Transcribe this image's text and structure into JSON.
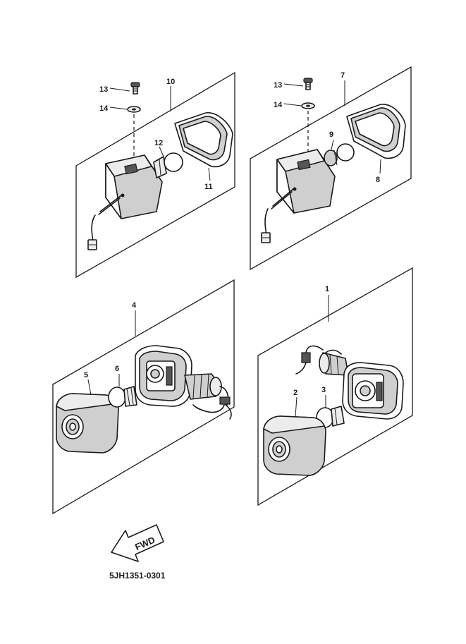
{
  "diagram": {
    "fwd_label": "FWD",
    "code": "5JH1351-0301",
    "groups": [
      {
        "id": "top-left",
        "callouts": [
          "10",
          "13",
          "14",
          "12",
          "11"
        ]
      },
      {
        "id": "top-right",
        "callouts": [
          "7",
          "13",
          "14",
          "9",
          "8"
        ]
      },
      {
        "id": "bottom-left",
        "callouts": [
          "4",
          "5",
          "6"
        ]
      },
      {
        "id": "bottom-right",
        "callouts": [
          "1",
          "2",
          "3"
        ]
      }
    ]
  }
}
